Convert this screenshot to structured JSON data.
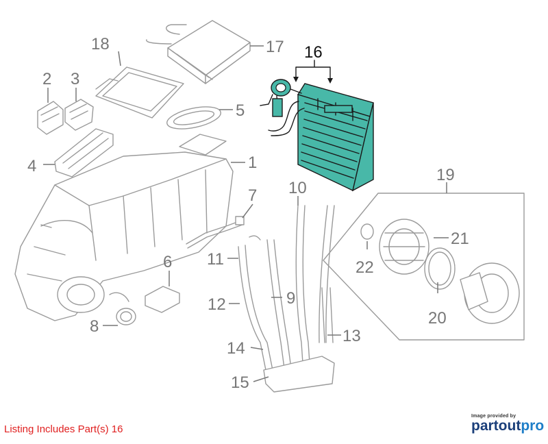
{
  "callouts": {
    "c1": "1",
    "c2": "2",
    "c3": "3",
    "c4": "4",
    "c5": "5",
    "c6": "6",
    "c7": "7",
    "c8": "8",
    "c9": "9",
    "c10": "10",
    "c11": "11",
    "c12": "12",
    "c13": "13",
    "c14": "14",
    "c15": "15",
    "c16": "16",
    "c17": "17",
    "c18": "18",
    "c19": "19",
    "c20": "20",
    "c21": "21",
    "c22": "22"
  },
  "highlight": {
    "part_number": "16",
    "color": "#48b8a8"
  },
  "footer": {
    "note": "Listing Includes Part(s) 16"
  },
  "brand": {
    "caption": "Image provided by",
    "name_a": "partout",
    "name_b": "pro"
  }
}
